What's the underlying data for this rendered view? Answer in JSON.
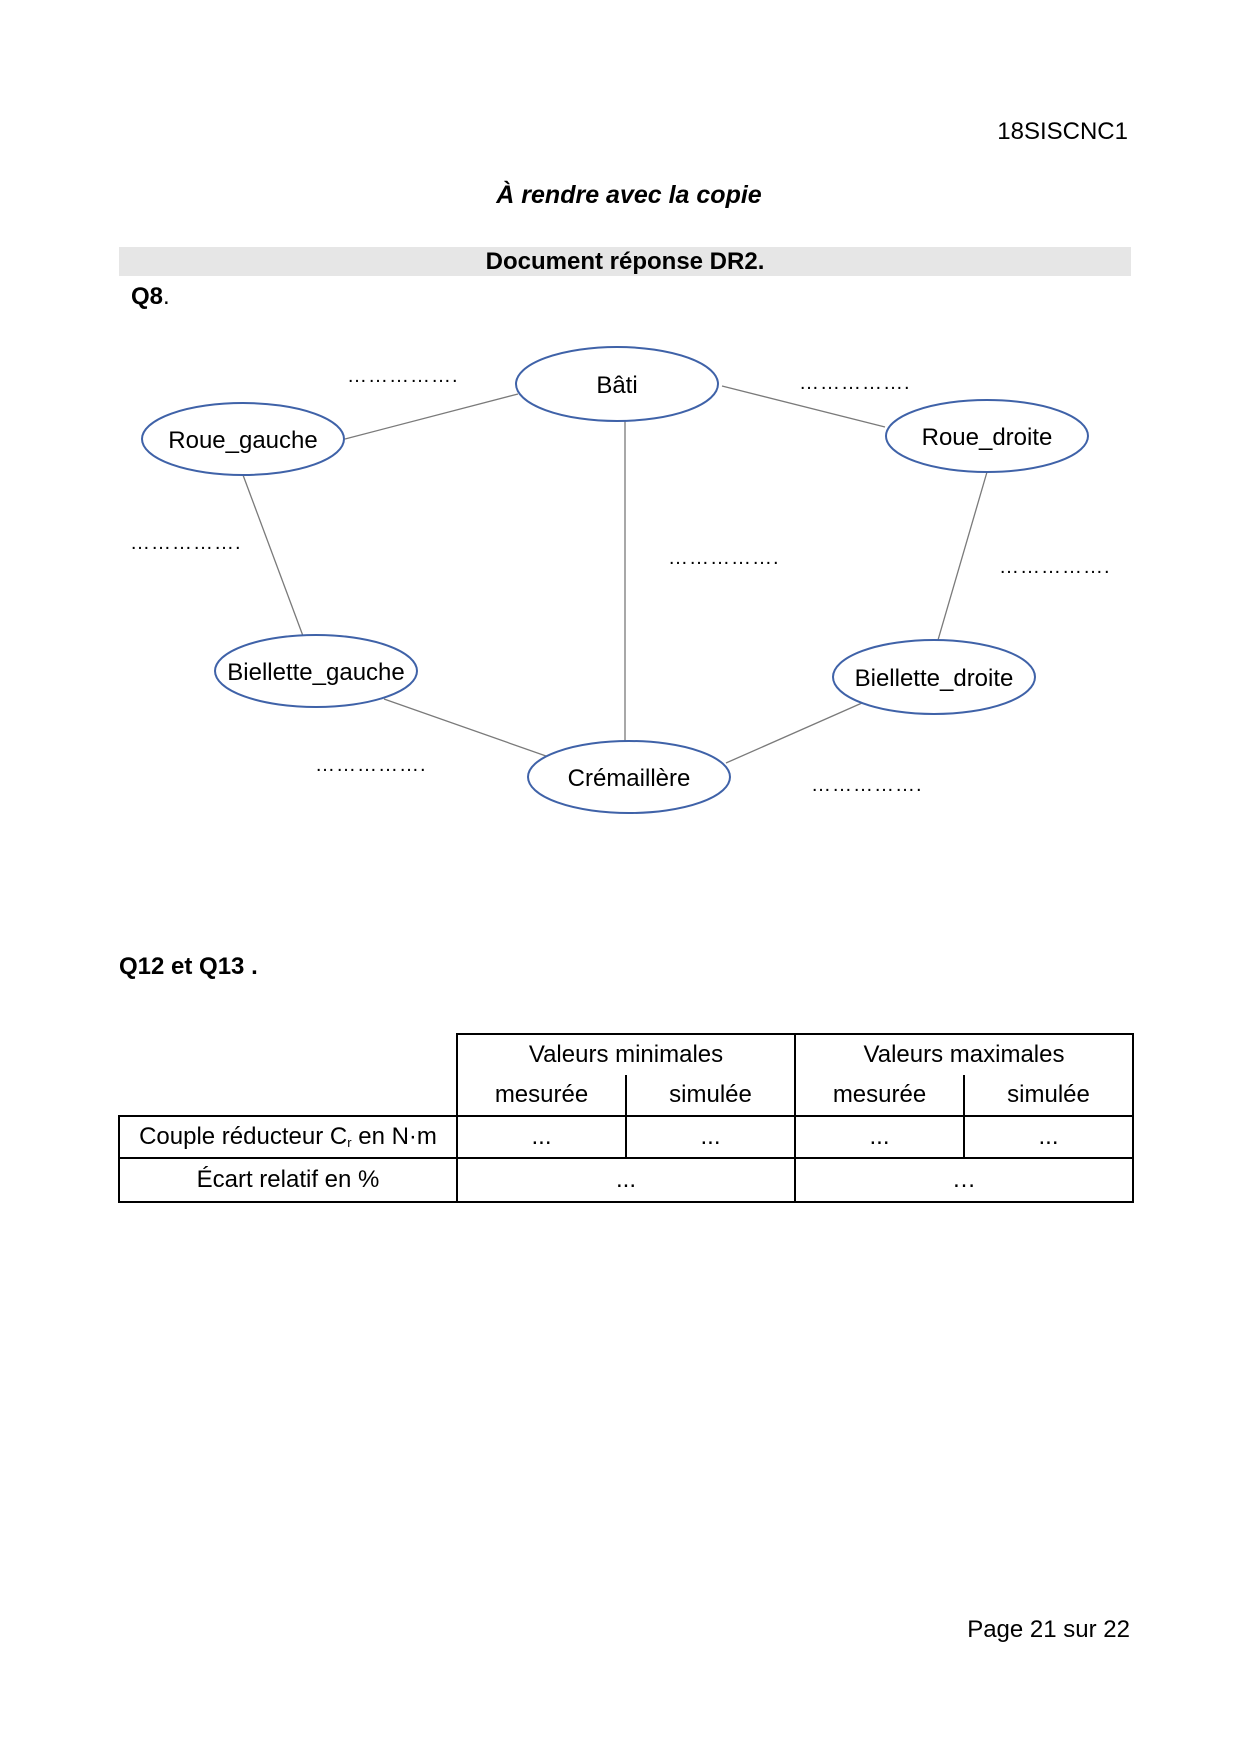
{
  "header": {
    "doc_code": "18SISCNC1",
    "instruction": "À rendre avec la copie"
  },
  "section_title": "Document réponse DR2.",
  "q8": {
    "label": "Q8",
    "suffix": "."
  },
  "graph": {
    "nodes": {
      "bati": "Bâti",
      "roue_gauche": "Roue_gauche",
      "roue_droite": "Roue_droite",
      "biellette_gauche": "Biellette_gauche",
      "biellette_droite": "Biellette_droite",
      "cremaillere": "Crémaillère"
    },
    "blanks": {
      "bati_roue_gauche": "…………….",
      "bati_roue_droite": "…………….",
      "roue_gauche_biellette_gauche": "…………….",
      "bati_cremaillere": "…………….",
      "roue_droite_biellette_droite": "…………….",
      "biellette_gauche_cremaillere": "…………….",
      "biellette_droite_cremaillere": "……………."
    }
  },
  "q12": {
    "label": "Q12 et Q13 ."
  },
  "table": {
    "group_headers": [
      "Valeurs minimales",
      "Valeurs maximales"
    ],
    "sub_headers": [
      "mesurée",
      "simulée",
      "mesurée",
      "simulée"
    ],
    "rows": [
      {
        "label_main": "Couple réducteur C",
        "label_sub": "r",
        "label_tail": " en N·m",
        "cells": [
          "...",
          "...",
          "...",
          "..."
        ]
      },
      {
        "label": "Écart relatif en %",
        "cells": [
          "...",
          "…"
        ]
      }
    ]
  },
  "footer": {
    "page": "Page 21 sur 22"
  }
}
